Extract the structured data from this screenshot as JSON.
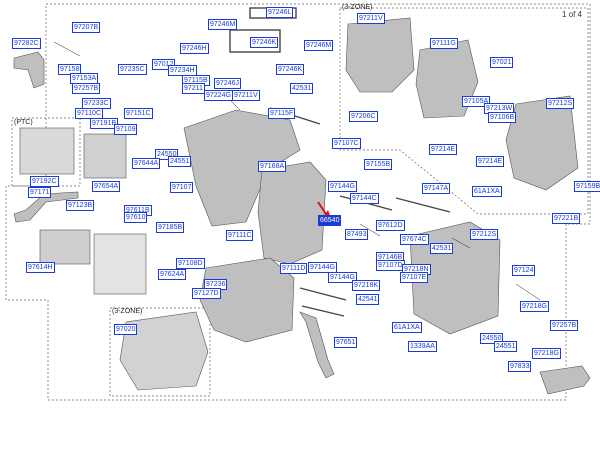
{
  "page_indicator": "1 of 4",
  "zone_labels": {
    "top_right": "(3-ZONE)",
    "left": "(PTC)",
    "bottom": "(3-ZONE)"
  },
  "part_numbers": {
    "p97282C": "97282C",
    "p97207B": "97207B",
    "p97158": "97158",
    "p97153A": "97153A",
    "p97257B": "97257B",
    "p97233C": "97233C",
    "p97110C": "97110C",
    "p97191B": "97191B",
    "p97109": "97109",
    "p97235C": "97235C",
    "p97151C": "97151C",
    "p97012": "97012",
    "p97234H": "97234H",
    "p97115B": "97115B",
    "p97211": "97211",
    "p97246M": "97246M",
    "p97246L": "97246L",
    "p97246H": "97246H",
    "p97246K": "97246K",
    "p97246M2": "97246M",
    "p97246J": "97246J",
    "p97246K2": "97246K",
    "p42531": "42531",
    "p97224G": "97224G",
    "p97211V": "97211V",
    "p97115F": "97115F",
    "p97211V2": "97211V",
    "p97111G": "97111G",
    "p97021": "97021",
    "p97105A": "97105A",
    "p97213W": "97213W",
    "p97106B": "97106B",
    "p97206C": "97206C",
    "p97212S": "97212S",
    "p97214E": "97214E",
    "p97214E2": "97214E",
    "p61A1XA": "61A1XA",
    "p97159B": "97159B",
    "p97221B": "97221B",
    "p97192C": "97192C",
    "p97171": "97171",
    "p97123B": "97123B",
    "p97614H": "97614H",
    "p97654A": "97654A",
    "p97611B": "97611B",
    "p97610": "97610",
    "p24550": "24550",
    "p97644A": "97644A",
    "p24551": "24551",
    "p97107": "97107",
    "p97168A": "97168A",
    "p97107C": "97107C",
    "p97155B": "97155B",
    "p97144G": "97144G",
    "p97144C": "97144C",
    "p97147A": "97147A",
    "p66540": "66540",
    "p87493": "87493",
    "p97612D": "97612D",
    "p97212S2": "97212S",
    "p97185B": "97185B",
    "p97108D": "97108D",
    "p97624A": "97624A",
    "p97236": "97236",
    "p97127D": "97127D",
    "p97111C": "97111C",
    "p97111D": "97111D",
    "p97144G2": "97144G",
    "p97144G3": "97144G",
    "p97218K": "97218K",
    "p42541": "42541",
    "p97674C": "97674C",
    "p97146B": "97146B",
    "p97107D": "97107D",
    "p97218N": "97218N",
    "p97107E": "97107E",
    "p42531b": "42531",
    "p97124": "97124",
    "p97218G": "97218G",
    "p97257B2": "97257B",
    "p61A1XA2": "61A1XA",
    "p1339AA": "1339AA",
    "p24550b": "24550",
    "p24551b": "24551",
    "p97218G2": "97218G",
    "p97833": "97833",
    "p97651": "97651",
    "p97020": "97020"
  }
}
